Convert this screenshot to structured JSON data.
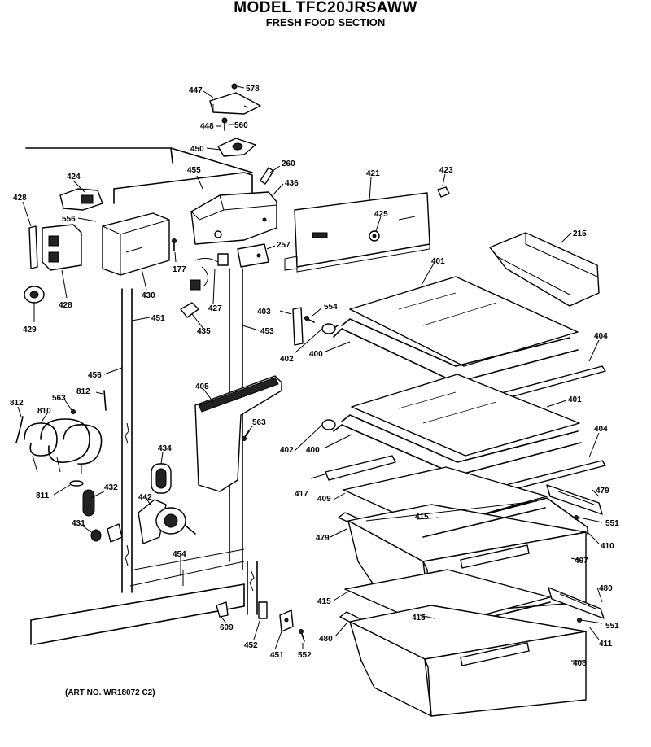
{
  "header": {
    "model": "MODEL TFC20JRSAWW",
    "section": "FRESH FOOD SECTION"
  },
  "footer": {
    "art_no": "(ART NO. WR18072 C2)"
  },
  "labels": {
    "l447": "447",
    "l578": "578",
    "l448": "448",
    "l560": "560",
    "l450": "450",
    "l260": "260",
    "l455": "455",
    "l436": "436",
    "l421": "421",
    "l423": "423",
    "l424": "424",
    "l428a": "428",
    "l556": "556",
    "l425": "425",
    "l215": "215",
    "l428b": "428",
    "l430": "430",
    "l177": "177",
    "l427": "427",
    "l257": "257",
    "l401a": "401",
    "l429": "429",
    "l435": "435",
    "l451a": "451",
    "l403": "403",
    "l554": "554",
    "l453": "453",
    "l402a": "402",
    "l400a": "400",
    "l404a": "404",
    "l456": "456",
    "l812a": "812",
    "l563a": "563",
    "l812b": "812",
    "l405": "405",
    "l810": "810",
    "l563b": "563",
    "l401b": "401",
    "l402b": "402",
    "l400b": "400",
    "l404b": "404",
    "l434": "434",
    "l417": "417",
    "l409": "409",
    "l479a": "479",
    "l811": "811",
    "l432": "432",
    "l442": "442",
    "l415a": "415",
    "l551a": "551",
    "l431": "431",
    "l479b": "479",
    "l410": "410",
    "l454": "454",
    "l407": "407",
    "l480a": "480",
    "l415b": "415",
    "l415c": "415",
    "l609": "609",
    "l551b": "551",
    "l480b": "480",
    "l411": "411",
    "l452": "452",
    "l451b": "451",
    "l552": "552",
    "l408": "408"
  }
}
